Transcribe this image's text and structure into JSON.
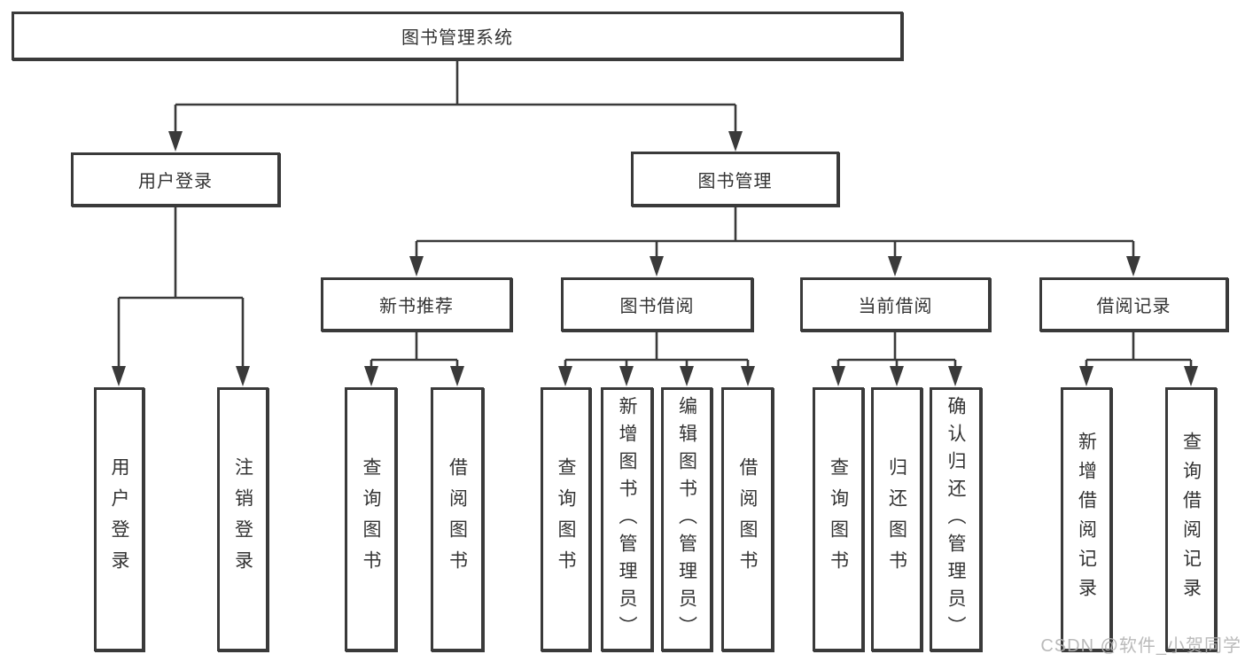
{
  "diagram": {
    "type": "hierarchy-flowchart",
    "root": {
      "label": "图书管理系统",
      "children": [
        {
          "label": "用户登录",
          "children": [
            {
              "label": "用户登录"
            },
            {
              "label": "注销登录"
            }
          ]
        },
        {
          "label": "图书管理",
          "children": [
            {
              "label": "新书推荐",
              "children": [
                {
                  "label": "查询图书"
                },
                {
                  "label": "借阅图书"
                }
              ]
            },
            {
              "label": "图书借阅",
              "children": [
                {
                  "label": "查询图书"
                },
                {
                  "label": "新增图书（管理员）"
                },
                {
                  "label": "编辑图书（管理员）"
                },
                {
                  "label": "借阅图书"
                }
              ]
            },
            {
              "label": "当前借阅",
              "children": [
                {
                  "label": "查询图书"
                },
                {
                  "label": "归还图书"
                },
                {
                  "label": "确认归还（管理员）"
                }
              ]
            },
            {
              "label": "借阅记录",
              "children": [
                {
                  "label": "新增借阅记录"
                },
                {
                  "label": "查询借阅记录"
                }
              ]
            }
          ]
        }
      ]
    }
  },
  "watermark": {
    "text": "CSDN @软件_小贺同学"
  },
  "colors": {
    "line": "#3a3a3a",
    "text": "#333333",
    "watermark": "#b3b3b3",
    "background": "#ffffff"
  }
}
